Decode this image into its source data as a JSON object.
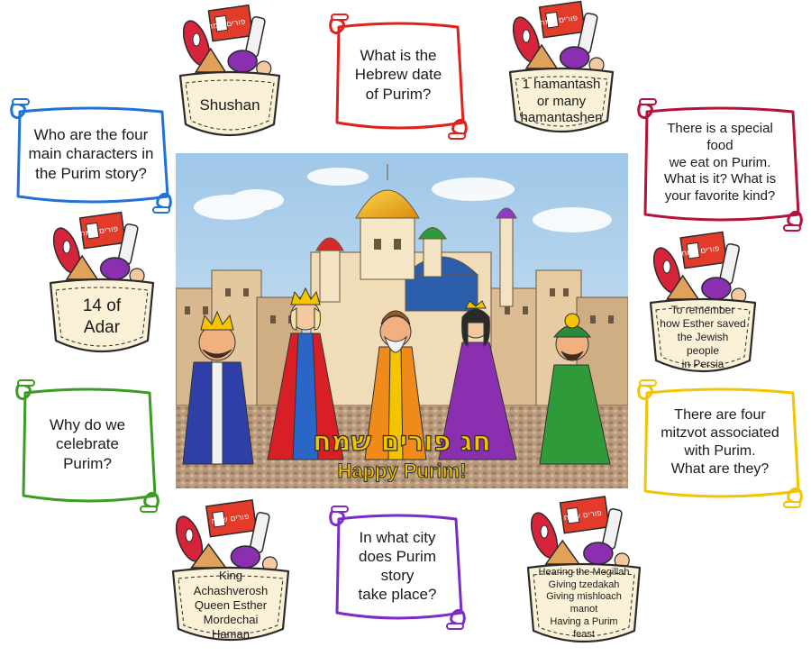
{
  "colors": {
    "red": "#e0201b",
    "blue": "#1f73d8",
    "crimson": "#b5123a",
    "green": "#3a9c20",
    "yellow": "#f4c400",
    "purple": "#7a2cc8",
    "pocket_outline": "#2b2b2b",
    "pocket_fill": "#fbf1d6"
  },
  "questions": [
    {
      "id": "hebrew-date",
      "text": "What is the\nHebrew date\nof Purim?",
      "color": "red"
    },
    {
      "id": "four-characters",
      "text": "Who are the four\nmain characters in\nthe Purim story?",
      "color": "blue"
    },
    {
      "id": "special-food",
      "text": "There is a special food\nwe eat on Purim.\nWhat is it?  What is\nyour favorite kind?",
      "color": "crimson"
    },
    {
      "id": "why-celebrate",
      "text": "Why do we\ncelebrate\nPurim?",
      "color": "green"
    },
    {
      "id": "four-mitzvot",
      "text": "There are four\nmitzvot associated\nwith Purim.\nWhat are they?",
      "color": "yellow"
    },
    {
      "id": "what-city",
      "text": "In what city\ndoes Purim story\ntake place?",
      "color": "purple"
    }
  ],
  "answers": [
    {
      "id": "shushan",
      "text": "Shushan"
    },
    {
      "id": "hamantash",
      "text": "1 hamantash\nor many\nhamantashen"
    },
    {
      "id": "adar",
      "text": "14 of\nAdar"
    },
    {
      "id": "remember",
      "text": "To remember\nhow Esther saved\nthe Jewish people\nin Persia"
    },
    {
      "id": "characters",
      "text": "King Achashverosh\nQueen Esther\nMordechai\nHaman"
    },
    {
      "id": "mitzvot",
      "text": "Hearing the Megillah\nGiving tzedakah\nGiving mishloach\nmanot\nHaving a Purim\nfeast"
    }
  ],
  "basket_label": "פורים שמח",
  "scene": {
    "hebrew_greeting": "חג פורים שמח",
    "english_greeting": "Happy Purim!"
  }
}
